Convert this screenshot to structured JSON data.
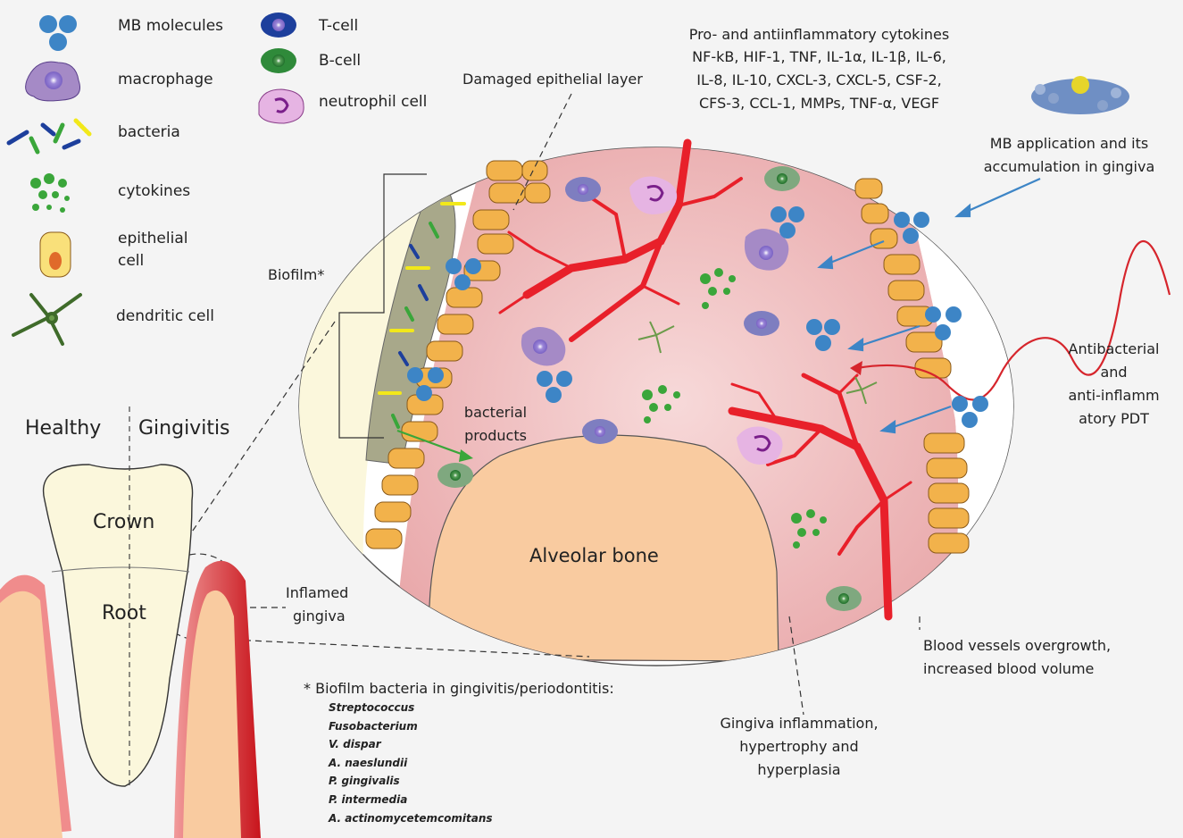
{
  "legend": {
    "mb_molecules": "MB molecules",
    "macrophage": "macrophage",
    "bacteria": "bacteria",
    "cytokines": "cytokines",
    "epithelial_line1": "epithelial",
    "epithelial_line2": "cell",
    "dendritic": "dendritic cell",
    "t_cell": "T-cell",
    "b_cell": "B-cell",
    "neutrophil": "neutrophil cell"
  },
  "cytokines_block": {
    "line1": "Pro- and antiinflammatory cytokines",
    "line2": "NF-kB, HIF-1, TNF, IL-1α, IL-1β, IL-6,",
    "line3": "IL-8, IL-10, CXCL-3, CXCL-5,  CSF-2,",
    "line4": "CFS-3, CCL-1, MMPs, TNF-α, VEGF"
  },
  "labels": {
    "damaged_epithelial": "Damaged epithelial layer",
    "mb_application_line1": "MB application and its",
    "mb_application_line2": "accumulation in gingiva",
    "biofilm": "Biofilm*",
    "bacterial_products_line1": "bacterial",
    "bacterial_products_line2": "products",
    "antibacterial_line1": "Antibacterial",
    "antibacterial_line2": "and",
    "antibacterial_line3": "anti-inflamm",
    "antibacterial_line4": "atory PDT",
    "healthy": "Healthy",
    "gingivitis": "Gingivitis",
    "crown": "Crown",
    "root": "Root",
    "inflamed_line1": "Inflamed",
    "inflamed_line2": "gingiva",
    "alveolar_bone": "Alveolar bone",
    "blood_vessels_line1": "Blood vessels overgrowth,",
    "blood_vessels_line2": "increased blood volume",
    "gingiva_infl_line1": "Gingiva inflammation,",
    "gingiva_infl_line2": "hypertrophy and",
    "gingiva_infl_line3": "hyperplasia"
  },
  "footnote": {
    "title": "* Biofilm bacteria in gingivitis/periodontitis:",
    "species": [
      "Streptococcus",
      "Fusobacterium",
      "V. dispar",
      "A. naeslundii",
      "P. gingivalis",
      "P. intermedia",
      "A. actinomycetemcomitans"
    ]
  },
  "colors": {
    "mb_blue": "#3d85c6",
    "blood_red": "#e8202a",
    "gingiva_pink": "#f2c6c6",
    "bone": "#f9cba0",
    "epithelial": "#f2b24b",
    "macrophage": "#a58ac6",
    "b_cell": "#7fa87f",
    "t_cell": "#7e7ec0",
    "neutrophil": "#e6b4e3",
    "dendritic": "#6b9b4a",
    "cytokine": "#3aa63a",
    "bacteria_yellow": "#f2e81a"
  }
}
